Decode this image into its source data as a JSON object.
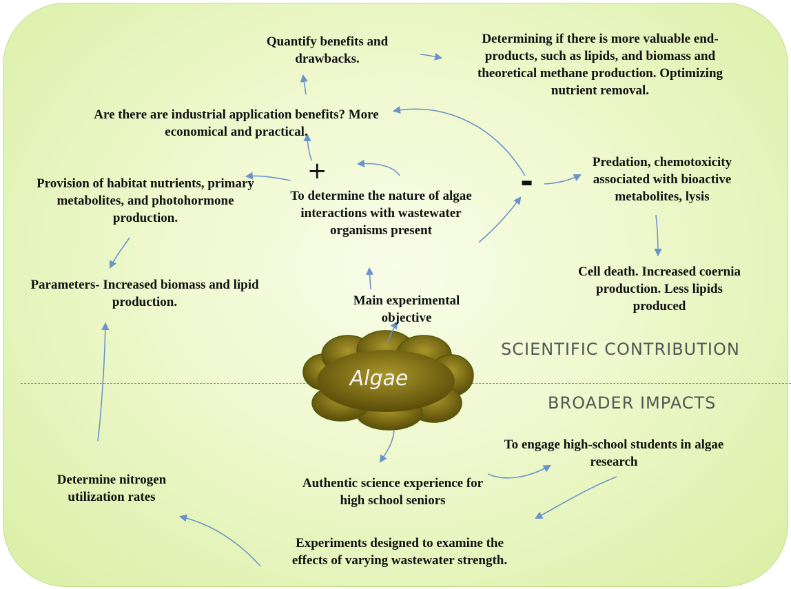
{
  "nodes": {
    "quantify": "Quantify benefits and drawbacks.",
    "determining": "Determining if  there  is more valuable end-products, such as lipids, and biomass and theoretical methane production. Optimizing nutrient removal.",
    "industrial": "Are there are industrial application benefits? More economical and practical.",
    "provision": "Provision of habitat nutrients, primary metabolites, and photohormone production.",
    "nature": "To determine the nature of algae interactions with wastewater organisms present",
    "predation": "Predation, chemotoxicity associated with bioactive metabolites, lysis",
    "parameters": "Parameters- Increased biomass and lipid production.",
    "cell_death": "Cell death. Increased coernia production. Less lipids produced",
    "main_objective": "Main experimental objective",
    "engage": "To engage high-school students in algae research",
    "nitrogen": "Determine nitrogen utilization rates",
    "authentic": "Authentic science experience for high school seniors",
    "experiments": "Experiments designed to examine the effects of varying wastewater strength."
  },
  "signs": {
    "plus": "+",
    "minus": "-"
  },
  "center": {
    "label": "Algae"
  },
  "sections": {
    "scientific": "SCIENTIFIC CONTRIBUTION",
    "broader": "BROADER IMPACTS"
  },
  "colors": {
    "arrow": "#6a94c9",
    "panel": "#e6f4bc",
    "cloud": "#8a7a16"
  }
}
